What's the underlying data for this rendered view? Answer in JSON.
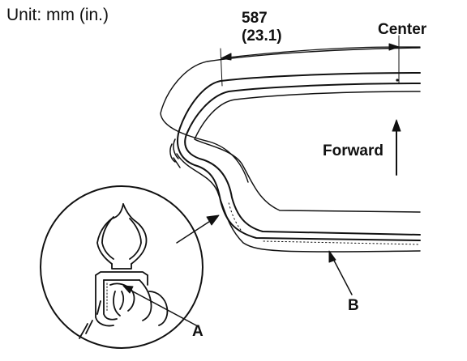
{
  "unit_label": "Unit: mm (in.)",
  "dimension": {
    "mm": "587",
    "in": "(23.1)"
  },
  "center_label": "Center",
  "forward_label": "Forward",
  "callouts": {
    "a": "A",
    "b": "B"
  },
  "colors": {
    "ink": "#111111",
    "background": "#ffffff"
  },
  "icons": [
    "forward-arrow-icon",
    "weatherstrip-section-detail"
  ]
}
